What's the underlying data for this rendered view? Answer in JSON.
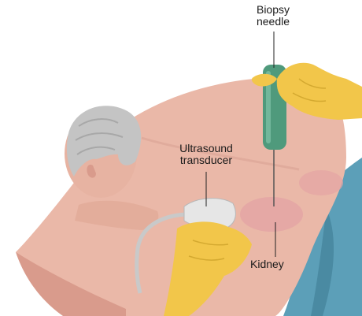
{
  "labels": {
    "biopsy_needle": [
      "Biopsy",
      "needle"
    ],
    "ultrasound_transducer": [
      "Ultrasound",
      "transducer"
    ],
    "kidney": "Kidney"
  },
  "colors": {
    "skin": "#eab8a8",
    "skin_shadow": "#d99b8c",
    "hair": "#c4c4c4",
    "glove": "#f2c64a",
    "needle_handle": "#4f9a7c",
    "sheet": "#5c9fb8",
    "kidney_region": "#e4a4a4",
    "cable": "#c9c9c9",
    "transducer": "#e6e6e6"
  }
}
